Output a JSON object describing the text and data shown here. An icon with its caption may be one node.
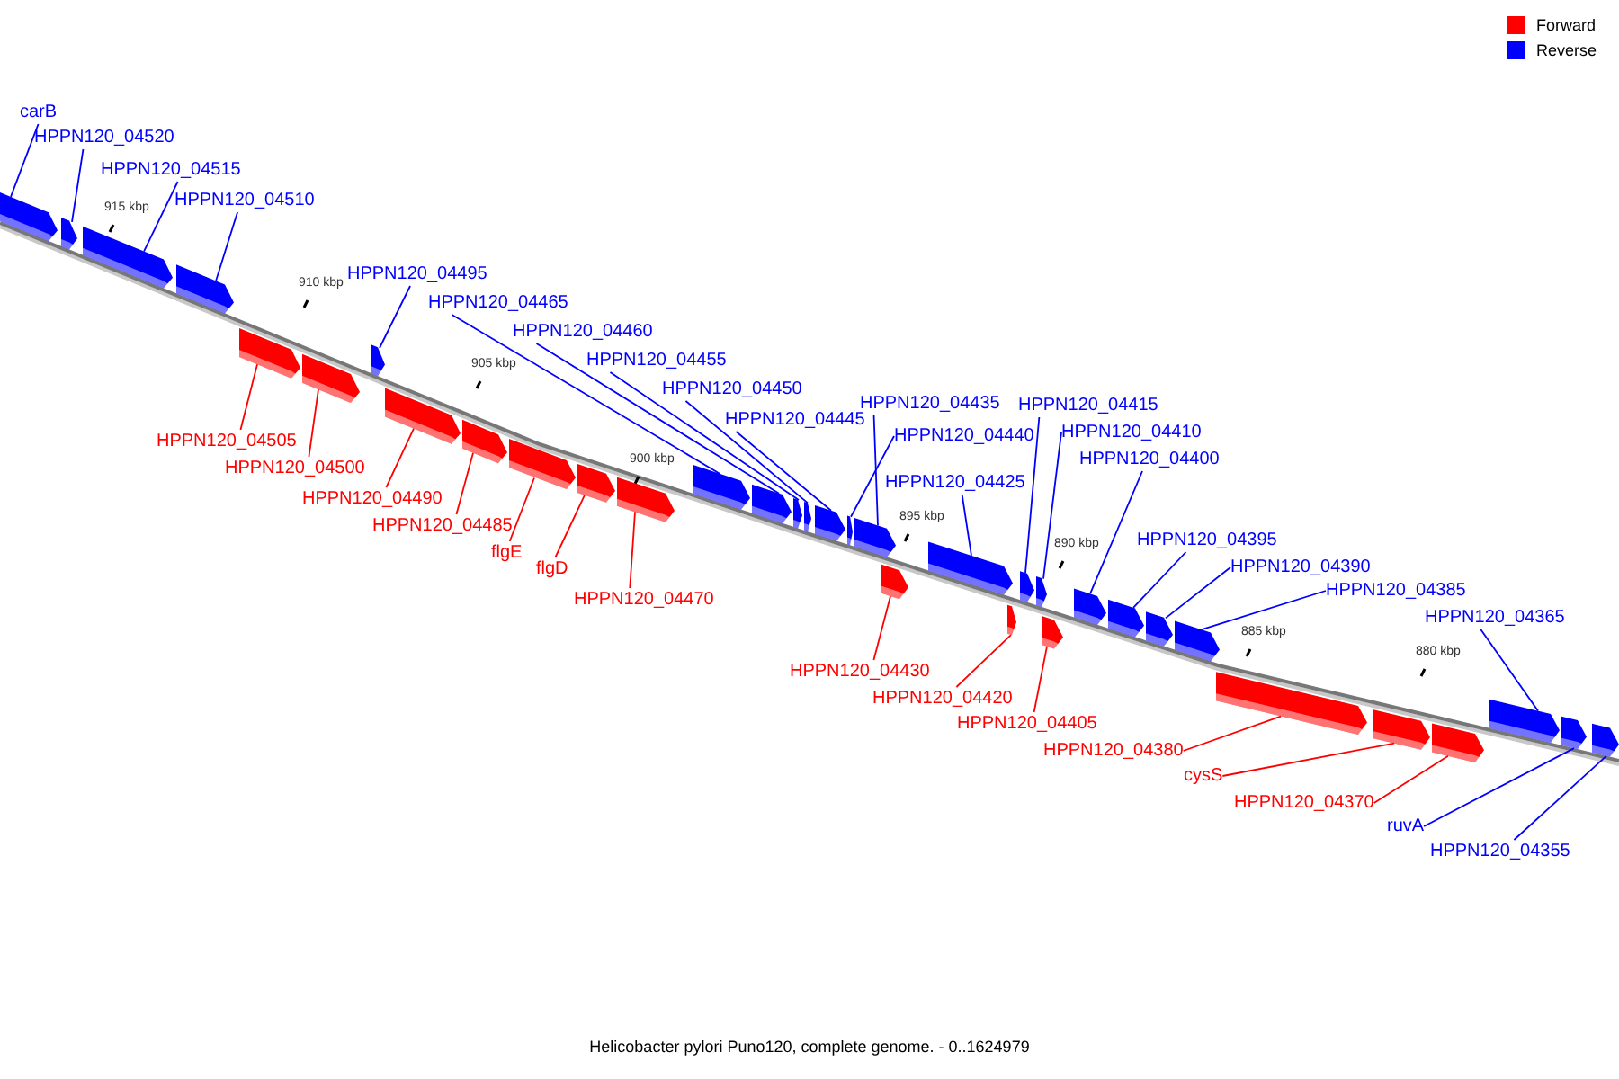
{
  "diagram": {
    "caption": "Helicobacter pylori Puno120, complete genome. - 0..1624979",
    "nodes": [
      {
        "text": [
          "carB"
        ]
      },
      {
        "text": [],
        "shape": "bar"
      },
      {
        "text": [
          "HPPN120_04520"
        ]
      },
      {
        "text": [],
        "shape": "bar"
      },
      {
        "text": [
          "HPPN120_04515"
        ]
      },
      {
        "text": [],
        "shape": "bar"
      },
      {
        "text": [
          "HPPN120_04510"
        ]
      },
      {
        "text": [],
        "shape": "bar"
      },
      {
        "text": [
          "HPPN120_04505"
        ]
      },
      {
        "text": [],
        "shape": "bar"
      },
      {
        "text": [
          "HPPN120_04500"
        ]
      },
      {
        "text": [],
        "shape": "bar"
      },
      {
        "text": [
          "HPPN120_04495"
        ]
      },
      {
        "text": [],
        "shape": "bar"
      },
      {
        "text": [
          "HPPN120_04490"
        ]
      },
      {
        "text": [],
        "shape": "bar"
      },
      {
        "text": [
          "HPPN120_04485"
        ]
      },
      {
        "text": [],
        "shape": "bar"
      },
      {
        "text": [
          "flgE"
        ]
      },
      {
        "text": [],
        "shape": "bar"
      },
      {
        "text": [
          "flgD"
        ]
      },
      {
        "text": [],
        "shape": "bar"
      },
      {
        "text": [
          "HPPN120_04470"
        ]
      },
      {
        "text": [],
        "shape": "bar"
      },
      {
        "text": [
          "HPPN120_04465"
        ]
      },
      {
        "text": [],
        "shape": "bar"
      },
      {
        "text": [
          "HPPN120_04460"
        ]
      },
      {
        "text": [],
        "shape": "bar"
      },
      {
        "text": [
          "HPPN120_04455"
        ]
      },
      {
        "text": [],
        "shape": "bar"
      },
      {
        "text": [
          "HPPN120_04450"
        ]
      },
      {
        "text": [],
        "shape": "bar"
      },
      {
        "text": [
          "HPPN120_04445"
        ]
      },
      {
        "text": [],
        "shape": "bar"
      },
      {
        "text": [
          "HPPN120_04440"
        ]
      },
      {
        "text": [],
        "shape": "bar"
      },
      {
        "text": [
          "HPPN120_04435"
        ]
      },
      {
        "text": [],
        "shape": "bar"
      },
      {
        "text": [
          "HPPN120_04430"
        ]
      },
      {
        "text": [],
        "shape": "bar"
      },
      {
        "text": [
          "HPPN120_04425"
        ]
      },
      {
        "text": [],
        "shape": "bar"
      },
      {
        "text": [
          "HPPN120_04420"
        ]
      },
      {
        "text": [],
        "shape": "bar"
      },
      {
        "text": [
          "HPPN120_04415"
        ]
      },
      {
        "text": [],
        "shape": "bar"
      },
      {
        "text": [
          "HPPN120_04410"
        ]
      },
      {
        "text": [],
        "shape": "bar"
      },
      {
        "text": [
          "HPPN120_04405"
        ]
      },
      {
        "text": [],
        "shape": "bar"
      },
      {
        "text": [
          "HPPN120_04400"
        ]
      },
      {
        "text": [],
        "shape": "bar"
      },
      {
        "text": [
          "HPPN120_04395"
        ]
      },
      {
        "text": [],
        "shape": "bar"
      },
      {
        "text": [
          "HPPN120_04390"
        ]
      },
      {
        "text": [],
        "shape": "bar"
      },
      {
        "text": [
          "HPPN120_04385"
        ]
      },
      {
        "text": [],
        "shape": "bar"
      },
      {
        "text": [
          "HPPN120_04380"
        ]
      },
      {
        "text": [],
        "shape": "bar"
      },
      {
        "text": [
          "cysS"
        ]
      },
      {
        "text": [],
        "shape": "bar"
      },
      {
        "text": [
          "HPPN120_04370"
        ]
      },
      {
        "text": [],
        "shape": "bar"
      },
      {
        "text": [
          "HPPN120_04365"
        ]
      },
      {
        "text": [],
        "shape": "bar"
      },
      {
        "text": [
          "ruvA"
        ]
      },
      {
        "text": [],
        "shape": "bar"
      },
      {
        "text": [
          "HPPN120_04355"
        ]
      },
      {
        "text": [],
        "shape": "bar"
      }
    ],
    "edges": [
      {
        "from": 0,
        "to": 1,
        "arrow": "none"
      },
      {
        "from": 2,
        "to": 3,
        "arrow": "none"
      },
      {
        "from": 4,
        "to": 5,
        "arrow": "none"
      },
      {
        "from": 6,
        "to": 7,
        "arrow": "none"
      },
      {
        "from": 8,
        "to": 9,
        "arrow": "none",
        "color": "#ff0000"
      },
      {
        "from": 10,
        "to": 11,
        "arrow": "none",
        "color": "#ff0000"
      },
      {
        "from": 12,
        "to": 13,
        "arrow": "none"
      },
      {
        "from": 14,
        "to": 15,
        "arrow": "none",
        "color": "#ff0000"
      },
      {
        "from": 16,
        "to": 17,
        "arrow": "none",
        "color": "#ff0000"
      },
      {
        "from": 18,
        "to": 19,
        "arrow": "none",
        "color": "#ff0000"
      },
      {
        "from": 20,
        "to": 21,
        "arrow": "none",
        "color": "#ff0000"
      },
      {
        "from": 22,
        "to": 23,
        "arrow": "none",
        "color": "#ff0000"
      },
      {
        "from": 24,
        "to": 25,
        "arrow": "none"
      },
      {
        "from": 26,
        "to": 27,
        "arrow": "none"
      },
      {
        "from": 28,
        "to": 29,
        "arrow": "none"
      },
      {
        "from": 30,
        "to": 31,
        "arrow": "none"
      },
      {
        "from": 32,
        "to": 33,
        "arrow": "none"
      },
      {
        "from": 34,
        "to": 35,
        "arrow": "none"
      },
      {
        "from": 36,
        "to": 37,
        "arrow": "none"
      },
      {
        "from": 38,
        "to": 39,
        "arrow": "none",
        "color": "#ff0000"
      },
      {
        "from": 40,
        "to": 41,
        "arrow": "none"
      },
      {
        "from": 42,
        "to": 43,
        "arrow": "none",
        "color": "#ff0000"
      },
      {
        "from": 44,
        "to": 45,
        "arrow": "none"
      },
      {
        "from": 46,
        "to": 47,
        "arrow": "none"
      },
      {
        "from": 48,
        "to": 49,
        "arrow": "none",
        "color": "#ff0000"
      },
      {
        "from": 50,
        "to": 51,
        "arrow": "none"
      },
      {
        "from": 52,
        "to": 53,
        "arrow": "none"
      },
      {
        "from": 54,
        "to": 55,
        "arrow": "none"
      },
      {
        "from": 56,
        "to": 57,
        "arrow": "none"
      },
      {
        "from": 58,
        "to": 59,
        "arrow": "none",
        "color": "#ff0000"
      },
      {
        "from": 60,
        "to": 61,
        "arrow": "none",
        "color": "#ff0000"
      },
      {
        "from": 62,
        "to": 63,
        "arrow": "none",
        "color": "#ff0000"
      },
      {
        "from": 64,
        "to": 65,
        "arrow": "none"
      },
      {
        "from": 66,
        "to": 67,
        "arrow": "none"
      },
      {
        "from": 68,
        "to": 69,
        "arrow": "none"
      }
    ],
    "labels": [
      "915 kbp",
      "910 kbp",
      "905 kbp",
      "900 kbp",
      "895 kbp",
      "890 kbp",
      "885 kbp",
      "880 kbp"
    ],
    "legend": [
      {
        "text": "Forward",
        "color": "#ff0000"
      },
      {
        "text": "Reverse",
        "color": "#0000ff"
      }
    ]
  }
}
